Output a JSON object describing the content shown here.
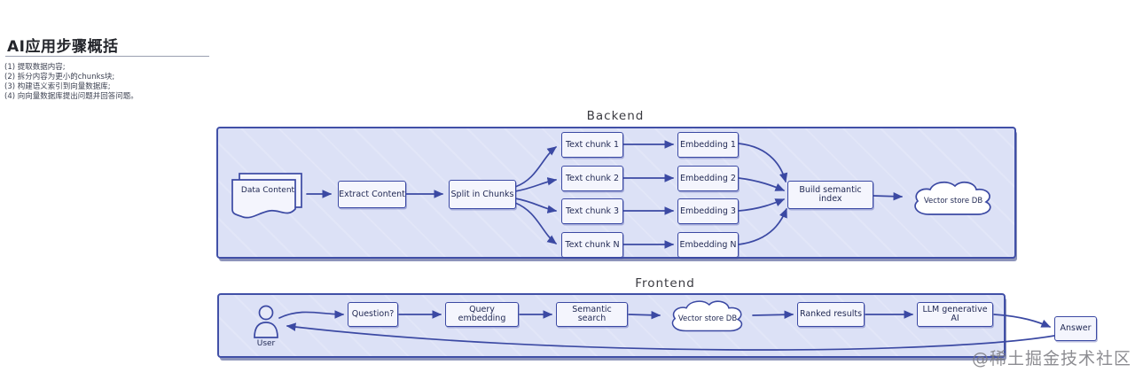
{
  "header": {
    "title": "AI应用步骤概括",
    "notes": [
      "(1) 提取数据内容;",
      "(2) 拆分内容为更小的chunks块;",
      "(3) 构建语义索引到向量数据库;",
      "(4) 向向量数据库提出问题并回答问题。"
    ]
  },
  "watermark": "@稀土掘金技术社区",
  "colors": {
    "stroke": "#3b49a3",
    "container_fill": "#dce1f6",
    "node_fill": "#f4f5fd",
    "node_text": "#1f2752",
    "section_title_text": "#3a3a40",
    "watermark_text": "#78787e"
  },
  "backend": {
    "label": "Backend",
    "nodes": {
      "data_content": "Data Content",
      "extract_content": "Extract Content",
      "split_in_chunks": "Split in Chunks",
      "text_chunk_1": "Text chunk 1",
      "text_chunk_2": "Text chunk 2",
      "text_chunk_3": "Text chunk 3",
      "text_chunk_n": "Text chunk N",
      "embedding_1": "Embedding 1",
      "embedding_2": "Embedding 2",
      "embedding_3": "Embedding 3",
      "embedding_n": "Embedding N",
      "build_semantic_index": "Build semantic index",
      "vector_store_db": "Vector store DB"
    },
    "edges": [
      "Data Content → Extract Content",
      "Extract Content → Split in Chunks",
      "Split in Chunks → Text chunk 1",
      "Split in Chunks → Text chunk 2",
      "Split in Chunks → Text chunk 3",
      "Split in Chunks → Text chunk N",
      "Text chunk 1 → Embedding 1",
      "Text chunk 2 → Embedding 2",
      "Text chunk 3 → Embedding 3",
      "Text chunk N → Embedding N",
      "Embedding 1 → Build semantic index",
      "Embedding 2 → Build semantic index",
      "Embedding 3 → Build semantic index",
      "Embedding N → Build semantic index",
      "Build semantic index → Vector store DB"
    ]
  },
  "frontend": {
    "label": "Frontend",
    "nodes": {
      "user": "User",
      "question": "Question?",
      "query_embedding": "Query embedding",
      "semantic_search": "Semantic search",
      "vector_store_db": "Vector store DB",
      "ranked_results": "Ranked results",
      "llm_generative_ai": "LLM generative AI",
      "answer": "Answer"
    },
    "edges": [
      "User → Question?",
      "Question? → Query embedding",
      "Query embedding → Semantic search",
      "Semantic search → Vector store DB",
      "Vector store DB → Ranked results",
      "Ranked results → LLM generative AI",
      "LLM generative AI → Answer",
      "Answer → User"
    ]
  }
}
